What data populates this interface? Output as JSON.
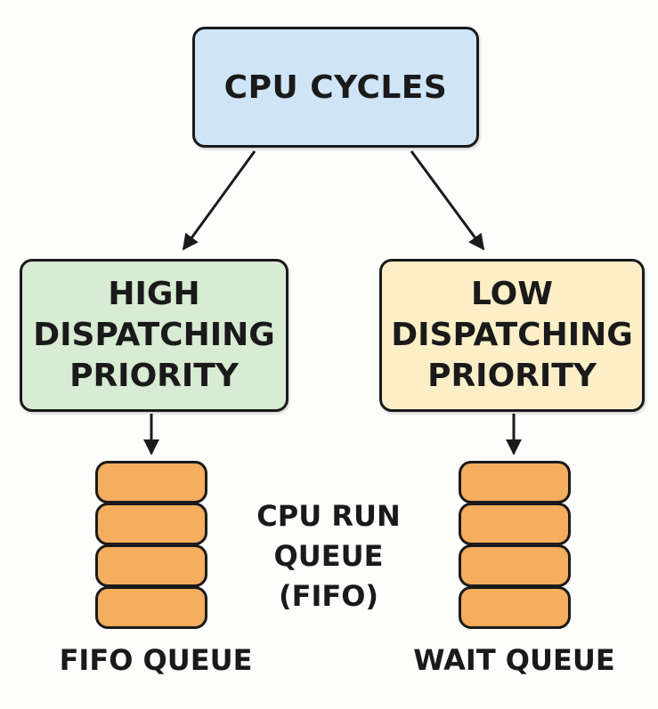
{
  "diagram": {
    "top_box": {
      "label": "CPU CYCLES",
      "fill": "#cfe5f7"
    },
    "high_box": {
      "label": "HIGH\nDISPATCHING\nPRIORITY",
      "fill": "#d8ebd3"
    },
    "low_box": {
      "label": "LOW\nDISPATCHING\nPRIORITY",
      "fill": "#fcefc8"
    },
    "center_label": {
      "line1": "CPU RUN",
      "line2": "QUEUE",
      "line3": "(FIFO)"
    },
    "left_queue": {
      "label": "FIFO QUEUE",
      "slot_count": 4,
      "fill": "#f5ad5e"
    },
    "right_queue": {
      "label": "WAIT QUEUE",
      "slot_count": 4,
      "fill": "#f5ad5e"
    },
    "edges": [
      {
        "from": "CPU CYCLES",
        "to": "HIGH DISPATCHING PRIORITY"
      },
      {
        "from": "CPU CYCLES",
        "to": "LOW DISPATCHING PRIORITY"
      },
      {
        "from": "HIGH DISPATCHING PRIORITY",
        "to": "FIFO QUEUE"
      },
      {
        "from": "LOW DISPATCHING PRIORITY",
        "to": "WAIT QUEUE"
      }
    ]
  }
}
